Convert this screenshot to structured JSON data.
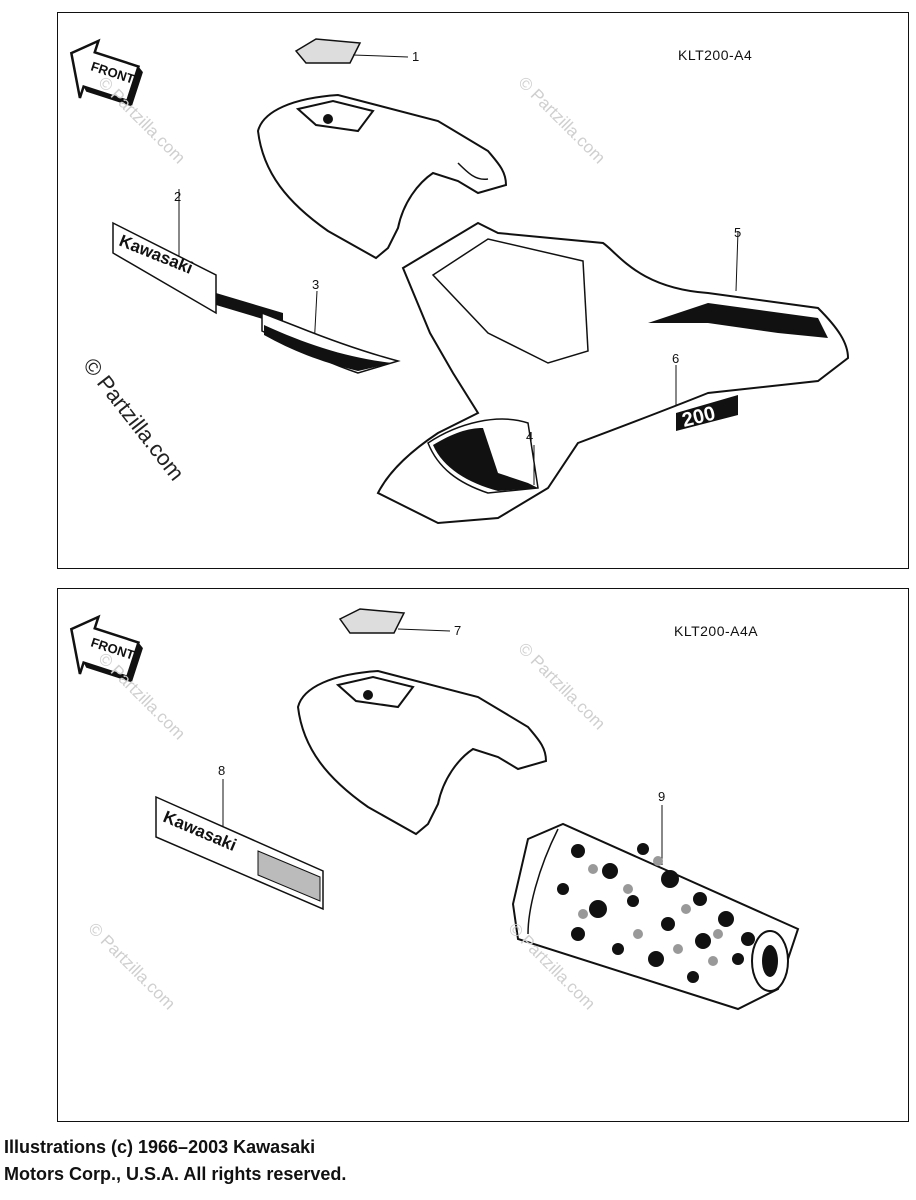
{
  "panels": [
    {
      "model_code": "KLT200-A4",
      "callouts": [
        "1",
        "2",
        "3",
        "4",
        "5",
        "6"
      ],
      "decal_text": "Kawasaki",
      "number_decal": "200",
      "front_label": "FRONT"
    },
    {
      "model_code": "KLT200-A4A",
      "callouts": [
        "7",
        "8",
        "9"
      ],
      "decal_text": "Kawasaki",
      "front_label": "FRONT"
    }
  ],
  "watermark": "© Partzilla.com",
  "copyright": {
    "line1": "Illustrations (c) 1966–2003 Kawasaki",
    "line2": "Motors Corp., U.S.A.  All rights reserved."
  },
  "colors": {
    "ink": "#111111",
    "watermark": "#cfcfcf"
  }
}
